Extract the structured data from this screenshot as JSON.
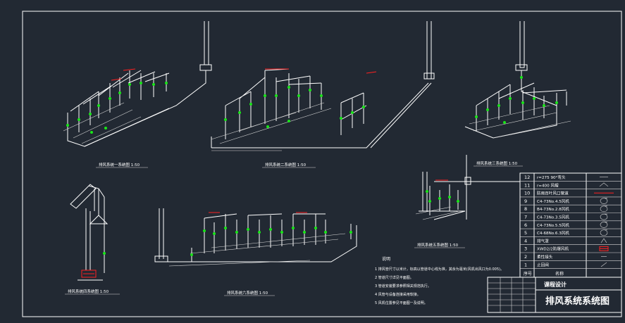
{
  "drawing": {
    "title_cn": "排风系统系统图",
    "design_label": "课程设计",
    "background": "#222933",
    "line_color": "#ffffff",
    "accent_green": "#19e619",
    "accent_red": "#ff2020"
  },
  "view_labels": [
    "排风系统一系统图  1:50",
    "排风系统二系统图  1:50",
    "排风系统三系统图  1:50",
    "排风系统五系统图  1:50",
    "排风系统四系统图  1:50",
    "排风系统六系统图  1:50"
  ],
  "notes": {
    "title": "说明",
    "items": [
      "1 排风管尺寸以米计，标高以管道中心线为准，其余为毫米(风机出风口为0.005)。",
      "2 管道尺寸详见平面图。",
      "3 管道安装要求参照相关规范执行。",
      "4 风管与设备连接采用软接。",
      "5 风机位置参见平面图一及说明。"
    ]
  },
  "legend": {
    "rows": [
      {
        "no": "12",
        "name": "r=275  90°弯头"
      },
      {
        "no": "11",
        "name": "r=400  风帽"
      },
      {
        "no": "10",
        "name": "防雨百叶风口管道"
      },
      {
        "no": "9",
        "name": "C4-73No.4.5风机"
      },
      {
        "no": "8",
        "name": "B4-73No.2.8风机"
      },
      {
        "no": "7",
        "name": "C4-73No.3.5风机"
      },
      {
        "no": "6",
        "name": "C4-73No.5.5风机"
      },
      {
        "no": "5",
        "name": "C4-68No.6.3风机"
      },
      {
        "no": "4",
        "name": "排气罩"
      },
      {
        "no": "3",
        "name": "XWD2/2防爆风机"
      },
      {
        "no": "2",
        "name": "柔性接头"
      },
      {
        "no": "1",
        "name": "止回阀"
      }
    ],
    "header_no": "序号",
    "header_name": "名称"
  }
}
